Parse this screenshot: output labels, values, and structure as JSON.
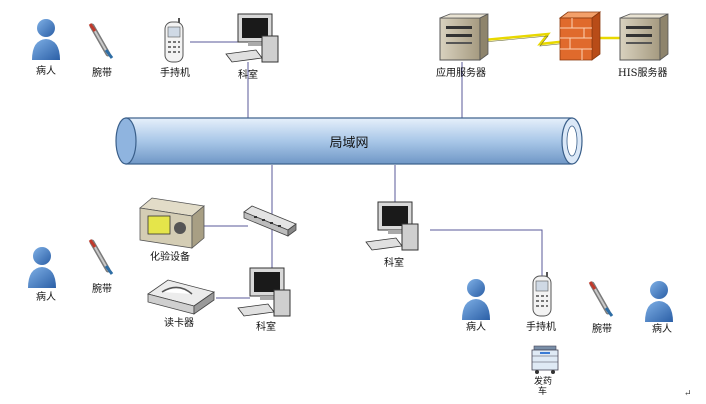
{
  "network": {
    "label": "局域网"
  },
  "top": {
    "patient": "病人",
    "wristband": "腕带",
    "handheld": "手持机",
    "office": "科室",
    "app_server": "应用服务器",
    "his_server": "HIS服务器"
  },
  "bottom_left": {
    "patient": "病人",
    "wristband": "腕带",
    "lab_device": "化验设备",
    "card_reader": "读卡器",
    "office": "科室"
  },
  "bottom_right": {
    "office": "科室",
    "patient_left": "病人",
    "handheld": "手持机",
    "wristband": "腕带",
    "patient_right": "病人",
    "cart_line1": "发药",
    "cart_line2": "车"
  },
  "page_mark": "↵",
  "colors": {
    "pipe_fill": "#b9d3ee",
    "pipe_stroke": "#3a5f8a",
    "person": "#3f7fc8",
    "firewall": "#e06a2c",
    "link_line": "#5a5a9a",
    "yellow_link": "#f0e000"
  }
}
